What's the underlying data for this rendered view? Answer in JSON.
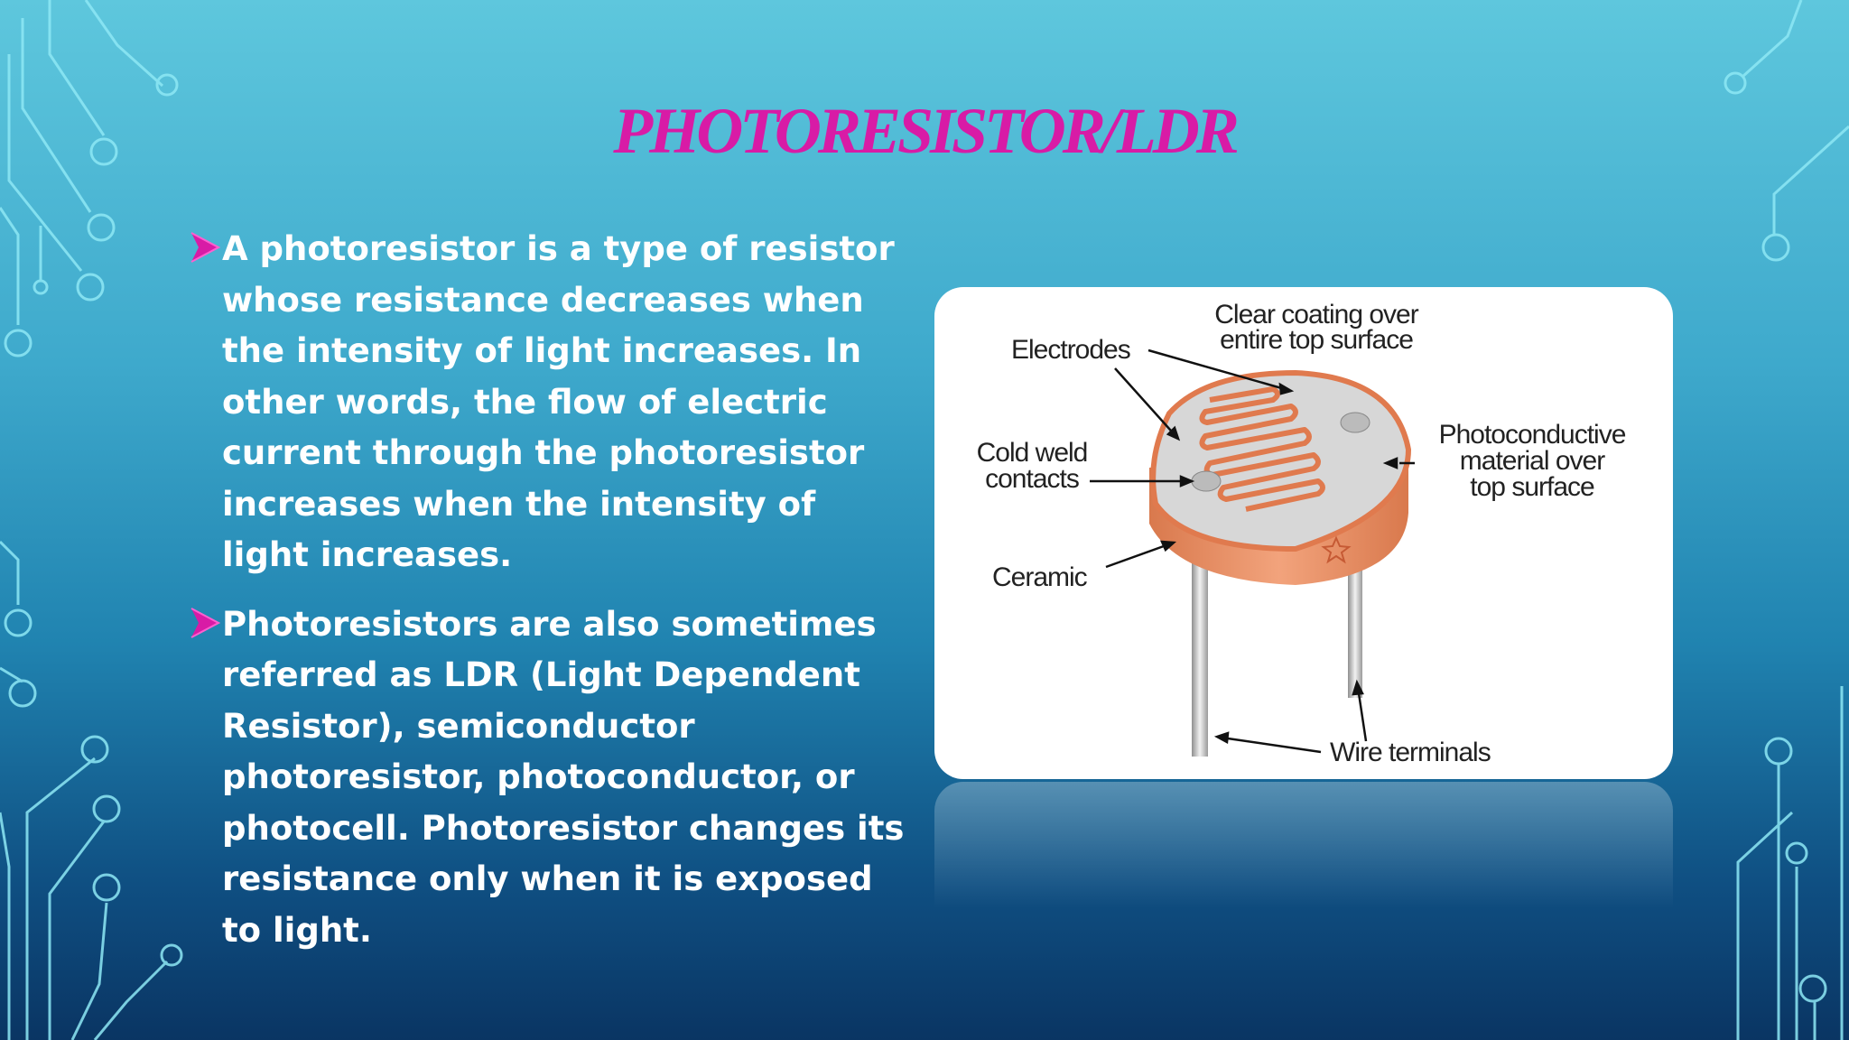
{
  "slide": {
    "title": "PHOTORESISTOR/LDR",
    "bullets": [
      "A photoresistor is a type of resistor whose resistance decreases when the intensity of light increases. In other words, the flow of electric current through the photoresistor increases when the intensity of light increases.",
      "Photoresistors are also sometimes referred as LDR (Light Dependent Resistor), semiconductor photoresistor, photoconductor, or photocell. Photoresistor changes its resistance only when it is exposed to light."
    ]
  },
  "figure": {
    "labels": {
      "electrodes": "Electrodes",
      "clear_coating_1": "Clear coating over",
      "clear_coating_2": "entire top surface",
      "cold_weld_1": "Cold weld",
      "cold_weld_2": "contacts",
      "photoconductive_1": "Photoconductive",
      "photoconductive_2": "material over",
      "photoconductive_3": "top surface",
      "ceramic": "Ceramic",
      "wire_terminals": "Wire terminals"
    }
  },
  "colors": {
    "title": "#d81ba6",
    "bullet_arrow": "#d81ba6",
    "body_text": "#ffffff",
    "ldr_orange": "#e07a4e"
  }
}
